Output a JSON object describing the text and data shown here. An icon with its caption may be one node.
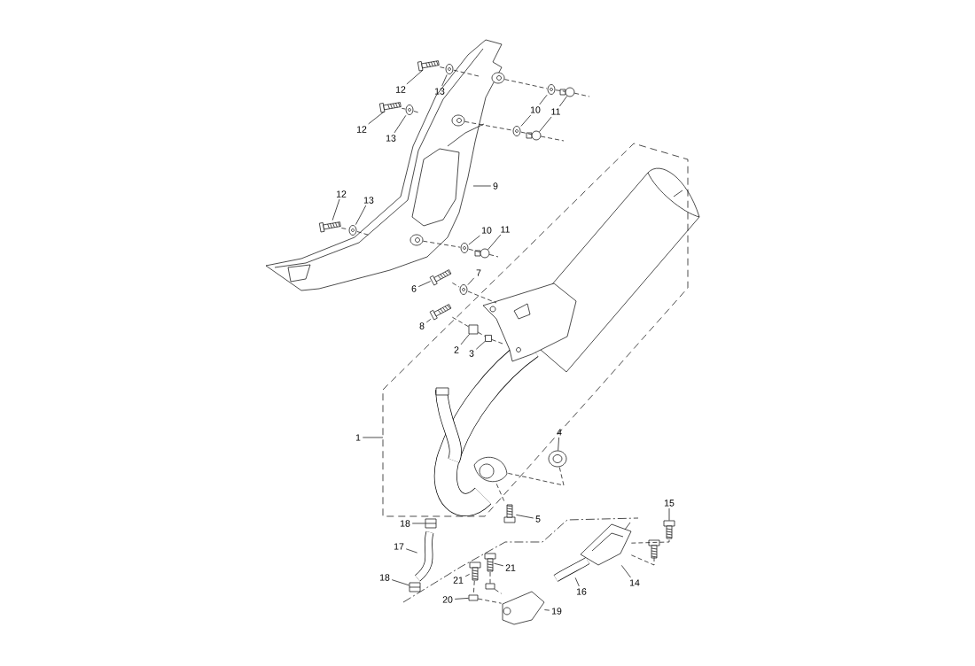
{
  "diagram": {
    "nodes": [
      {
        "text": [
          "12"
        ]
      },
      {
        "text": [
          "13"
        ]
      },
      {
        "text": [
          "12"
        ]
      },
      {
        "text": [
          "10"
        ]
      },
      {
        "text": [
          "11"
        ]
      },
      {
        "text": [
          "13"
        ]
      },
      {
        "text": [
          "9"
        ]
      },
      {
        "text": [
          "12"
        ]
      },
      {
        "text": [
          "13"
        ]
      },
      {
        "text": [
          "10"
        ]
      },
      {
        "text": [
          "11"
        ]
      },
      {
        "text": [
          "7"
        ]
      },
      {
        "text": [
          "6"
        ]
      },
      {
        "text": [
          "8"
        ]
      },
      {
        "text": [
          "2"
        ]
      },
      {
        "text": [
          "3"
        ]
      },
      {
        "text": [
          "4"
        ]
      },
      {
        "text": [
          "1"
        ]
      },
      {
        "text": [
          "15"
        ]
      },
      {
        "text": [
          "5"
        ]
      },
      {
        "text": [
          "18"
        ]
      },
      {
        "text": [
          "17"
        ]
      },
      {
        "text": [
          "21"
        ]
      },
      {
        "text": [
          "18"
        ]
      },
      {
        "text": [
          "21"
        ]
      },
      {
        "text": [
          "14"
        ]
      },
      {
        "text": [
          "16"
        ]
      },
      {
        "text": [
          "20"
        ]
      },
      {
        "text": [
          "19"
        ]
      },
      {
        "text": [],
        "shape": "picture"
      },
      {
        "text": [],
        "shape": "picture"
      },
      {
        "text": [],
        "shape": "picture"
      },
      {
        "text": [],
        "shape": "picture"
      },
      {
        "text": [],
        "shape": "picture"
      },
      {
        "text": [],
        "shape": "circle"
      },
      {
        "text": [],
        "shape": "circle"
      },
      {
        "text": [],
        "shape": "picture"
      },
      {
        "text": [],
        "shape": "picture"
      },
      {
        "text": [],
        "shape": "picture"
      },
      {
        "text": [],
        "shape": "picture"
      },
      {
        "text": [],
        "shape": "circle"
      },
      {
        "text": [],
        "shape": "picture"
      },
      {
        "text": [],
        "shape": "picture"
      },
      {
        "text": [],
        "shape": "picture"
      },
      {
        "text": [],
        "shape": "box"
      },
      {
        "text": [],
        "shape": "box"
      },
      {
        "text": [],
        "shape": "picture"
      },
      {
        "text": [],
        "shape": "picture"
      },
      {
        "text": [],
        "shape": "picture"
      },
      {
        "text": [],
        "shape": "picture"
      },
      {
        "text": [],
        "shape": "picture"
      },
      {
        "text": [],
        "shape": "picture"
      },
      {
        "text": [],
        "shape": "picture"
      },
      {
        "text": [],
        "shape": "picture"
      },
      {
        "text": [],
        "shape": "picture"
      },
      {
        "text": [],
        "shape": "picture"
      },
      {
        "text": [],
        "shape": "box"
      },
      {
        "text": [],
        "shape": "picture"
      },
      {
        "text": [],
        "shape": "picture"
      },
      {
        "text": [],
        "shape": "picture"
      },
      {
        "text": [],
        "shape": "picture"
      },
      {
        "text": [],
        "shape": "picture"
      },
      {
        "text": [],
        "shape": "picture"
      },
      {
        "text": [],
        "shape": "box"
      }
    ],
    "edges": [
      {
        "from": 0,
        "to": 29,
        "arrow": "none"
      },
      {
        "from": 1,
        "to": 30,
        "arrow": "none"
      },
      {
        "from": 2,
        "to": 31,
        "arrow": "none"
      },
      {
        "from": 3,
        "to": 32,
        "arrow": "none"
      },
      {
        "from": 3,
        "to": 33,
        "arrow": "none"
      },
      {
        "from": 4,
        "to": 34,
        "arrow": "none"
      },
      {
        "from": 4,
        "to": 35,
        "arrow": "none"
      },
      {
        "from": 5,
        "to": 36,
        "arrow": "none"
      },
      {
        "from": 6,
        "to": null,
        "arrow": "none"
      },
      {
        "from": 7,
        "to": 37,
        "arrow": "none"
      },
      {
        "from": 8,
        "to": 38,
        "arrow": "none"
      },
      {
        "from": 9,
        "to": 39,
        "arrow": "none"
      },
      {
        "from": 10,
        "to": 40,
        "arrow": "none"
      },
      {
        "from": 11,
        "to": 41,
        "arrow": "none"
      },
      {
        "from": 12,
        "to": 42,
        "arrow": "none"
      },
      {
        "from": 13,
        "to": 43,
        "arrow": "none"
      },
      {
        "from": 14,
        "to": 44,
        "arrow": "none"
      },
      {
        "from": 15,
        "to": 45,
        "arrow": "none"
      },
      {
        "from": 16,
        "to": 46,
        "arrow": "none"
      },
      {
        "from": 17,
        "to": null,
        "arrow": "none"
      },
      {
        "from": 18,
        "to": 47,
        "arrow": "none"
      },
      {
        "from": 19,
        "to": 48,
        "arrow": "none"
      },
      {
        "from": 20,
        "to": 49,
        "arrow": "none"
      },
      {
        "from": 21,
        "to": 50,
        "arrow": "none"
      },
      {
        "from": 22,
        "to": 51,
        "arrow": "none"
      },
      {
        "from": 23,
        "to": 52,
        "arrow": "none"
      },
      {
        "from": 24,
        "to": 53,
        "arrow": "none"
      },
      {
        "from": 25,
        "to": 54,
        "arrow": "none"
      },
      {
        "from": 26,
        "to": 55,
        "arrow": "none"
      },
      {
        "from": 27,
        "to": 56,
        "arrow": "none"
      },
      {
        "from": 28,
        "to": 57,
        "arrow": "none"
      },
      {
        "from": 29,
        "to": 30,
        "arrow": "none",
        "style": "dashed"
      },
      {
        "from": 30,
        "to": null,
        "arrow": "none",
        "style": "dashed"
      },
      {
        "from": 31,
        "to": 36,
        "arrow": "none",
        "style": "dashed"
      },
      {
        "from": 36,
        "to": null,
        "arrow": "none",
        "style": "dashed"
      },
      {
        "from": 37,
        "to": 38,
        "arrow": "none",
        "style": "dashed"
      },
      {
        "from": 38,
        "to": null,
        "arrow": "none",
        "style": "dashed"
      },
      {
        "from": 58,
        "to": 32,
        "arrow": "none",
        "style": "dashed"
      },
      {
        "from": 32,
        "to": 34,
        "arrow": "none",
        "style": "dashed"
      },
      {
        "from": 34,
        "to": null,
        "arrow": "none",
        "style": "dashed"
      },
      {
        "from": 59,
        "to": 33,
        "arrow": "none",
        "style": "dashed"
      },
      {
        "from": 33,
        "to": 35,
        "arrow": "none",
        "style": "dashed"
      },
      {
        "from": 35,
        "to": null,
        "arrow": "none",
        "style": "dashed"
      },
      {
        "from": 60,
        "to": 39,
        "arrow": "none",
        "style": "dashed"
      },
      {
        "from": 39,
        "to": 40,
        "arrow": "none",
        "style": "dashed"
      },
      {
        "from": 40,
        "to": null,
        "arrow": "none",
        "style": "dashed"
      },
      {
        "from": 42,
        "to": 41,
        "arrow": "none",
        "style": "dashed"
      },
      {
        "from": 41,
        "to": null,
        "arrow": "none",
        "style": "dashed"
      },
      {
        "from": 43,
        "to": 44,
        "arrow": "none",
        "style": "dashed"
      },
      {
        "from": 44,
        "to": 45,
        "arrow": "none",
        "style": "dashed"
      },
      {
        "from": 45,
        "to": null,
        "arrow": "none",
        "style": "dashed"
      },
      {
        "from": 61,
        "to": 46,
        "arrow": "none",
        "style": "dashed"
      },
      {
        "from": 61,
        "to": 48,
        "arrow": "none",
        "style": "dashed"
      },
      {
        "from": 54,
        "to": 47,
        "arrow": "none",
        "style": "dashed"
      },
      {
        "from": 54,
        "to": 62,
        "arrow": "none",
        "style": "dashed"
      },
      {
        "from": 51,
        "to": 63,
        "arrow": "none",
        "style": "dashed"
      },
      {
        "from": 63,
        "to": 57,
        "arrow": "none",
        "style": "dashed"
      },
      {
        "from": 53,
        "to": 56,
        "arrow": "none",
        "style": "dashed"
      },
      {
        "from": 56,
        "to": 57,
        "arrow": "none",
        "style": "dashed"
      }
    ]
  }
}
